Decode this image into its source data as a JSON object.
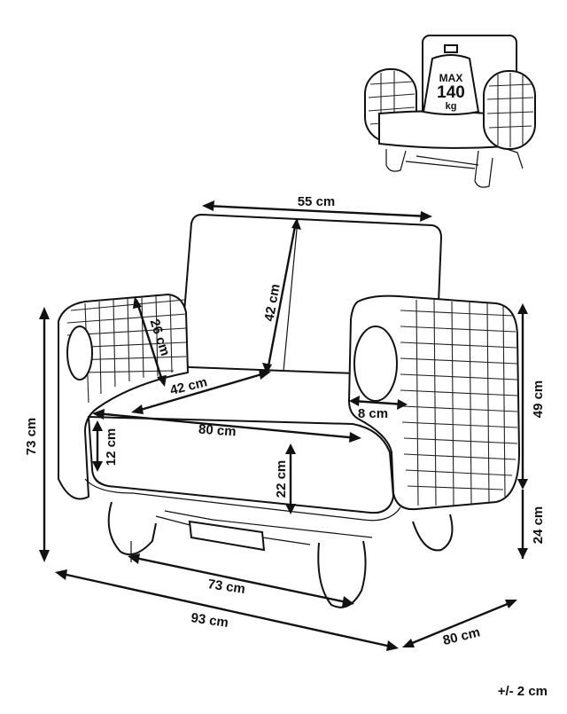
{
  "thumbnail": {
    "max_label": "MAX",
    "max_value": "140",
    "max_unit": "kg"
  },
  "dimensions": {
    "backrest_width": "55 cm",
    "backrest_height": "42 cm",
    "armrest_depth": "26 cm",
    "seat_depth": "42 cm",
    "seat_width": "80 cm",
    "armrest_width": "8 cm",
    "armrest_height": "49 cm",
    "total_height": "73 cm",
    "seat_cushion_thickness": "12 cm",
    "seat_height": "22 cm",
    "base_height": "24 cm",
    "base_width": "73 cm",
    "total_width": "93 cm",
    "total_depth": "80 cm"
  },
  "tolerance": "+/- 2 cm"
}
